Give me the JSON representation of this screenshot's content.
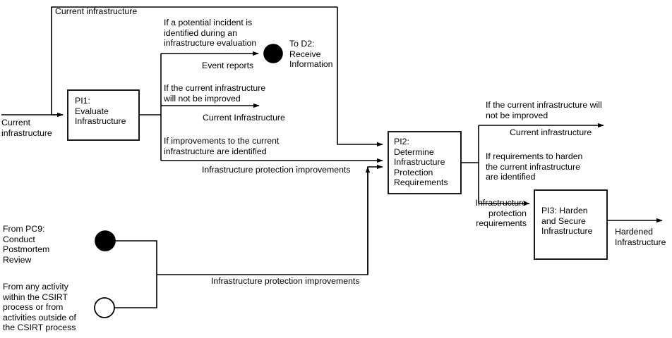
{
  "diagram": {
    "title": "Protect Infrastructure process flow",
    "type": "flowchart",
    "stroke_color": "#000000",
    "background_color": "#ffffff",
    "processes": [
      {
        "id": "PI1",
        "label": "PI1:\nEvaluate\nInfrastructure"
      },
      {
        "id": "PI2",
        "label": "PI2:\nDetermine\nInfrastructure\nProtection\nRequirements"
      },
      {
        "id": "PI3",
        "label": "PI3: Harden\nand Secure\nInfrastructure"
      }
    ],
    "connectors": [
      {
        "id": "to-d2",
        "shape": "filled-circle",
        "label": "To D2:\nReceive\nInformation"
      },
      {
        "id": "from-pc9",
        "shape": "filled-circle",
        "label": "From PC9:\nConduct\nPostmortem\nReview"
      },
      {
        "id": "from-any-activity",
        "shape": "open-circle",
        "label": "From any activity\nwithin the CSIRT\nprocess or from\nactivities outside of\nthe CSIRT process"
      }
    ],
    "labels": {
      "input_current_infrastructure": "Current\ninfrastructure",
      "feedback_current_infrastructure": "Current infrastructure",
      "cond_potential_incident": "If a potential incident is\nidentified during an\ninfrastructure evaluation",
      "flow_event_reports": "Event reports",
      "cond_not_improved_pi1": "If the current infrastructure\nwill not be improved",
      "flow_current_infrastructure_pi1": "Current Infrastructure",
      "cond_improvements_identified": "If improvements to the current\ninfrastructure are identified",
      "flow_protection_improvements_pi1": "Infrastructure protection improvements",
      "flow_protection_improvements_bottom": "Infrastructure protection improvements",
      "cond_not_improved_pi2": "If the current infrastructure will\nnot be improved",
      "flow_current_infrastructure_pi2": "Current infrastructure",
      "cond_requirements_identified": "If requirements to harden\nthe current infrastructure\nare identified",
      "flow_protection_requirements": "Infrastructure\nprotection\nrequirements",
      "output_hardened_infrastructure": "Hardened\nInfrastructure"
    }
  }
}
